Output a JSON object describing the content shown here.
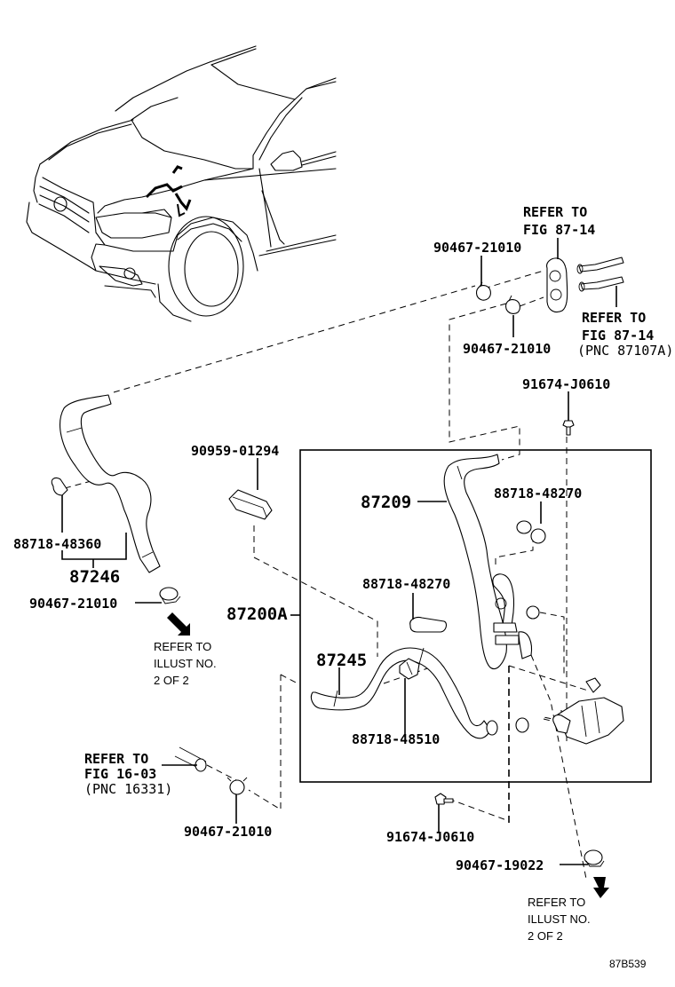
{
  "diagram": {
    "figure_code": "87B539",
    "labels": {
      "clamp_top_left": "90467-21010",
      "clamp_top_right": "90467-21010",
      "refer_fig_upper_1": "REFER TO",
      "refer_fig_upper_2": "FIG 87-14",
      "refer_fig_pipe_1": "REFER TO",
      "refer_fig_pipe_2": "FIG 87-14",
      "refer_fig_pipe_3": "(PNC 87107A)",
      "bolt_top": "91674-J0610",
      "clip_left": "88718-48360",
      "hose_left": "87246",
      "clamp_left": "90467-21010",
      "bracket": "90959-01294",
      "hose_upper_mid": "87209",
      "clamp_right_upper": "88718-48270",
      "clamp_mid": "88718-48270",
      "assembly": "87200A",
      "hose_lower_mid": "87245",
      "clamp_lower": "88718-48510",
      "refer_fig_16_1": "REFER TO",
      "refer_fig_16_2": "FIG 16-03",
      "refer_fig_16_3": "(PNC 16331)",
      "clamp_bottom_left": "90467-21010",
      "bolt_bottom": "91674-J0610",
      "clamp_bottom_right": "90467-19022"
    },
    "notes": {
      "left": [
        "REFER TO",
        "ILLUST NO.",
        "2 OF 2"
      ],
      "right": [
        "REFER TO",
        "ILLUST NO.",
        "2 OF 2"
      ]
    }
  }
}
